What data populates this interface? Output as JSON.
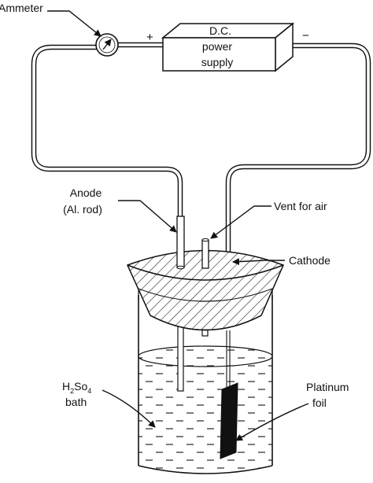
{
  "labels": {
    "ammeter": "Ammeter",
    "power_supply_line1": "D.C.",
    "power_supply_line2": "power",
    "power_supply_line3": "supply",
    "plus": "+",
    "minus": "−",
    "anode_line1": "Anode",
    "anode_line2": "(Al. rod)",
    "vent": "Vent for air",
    "cathode": "Cathode",
    "bath_prefix": "H",
    "bath_sub1": "2",
    "bath_mid": "So",
    "bath_sub2": "4",
    "bath_line2": "bath",
    "foil_line1": "Platinum",
    "foil_line2": "foil"
  }
}
